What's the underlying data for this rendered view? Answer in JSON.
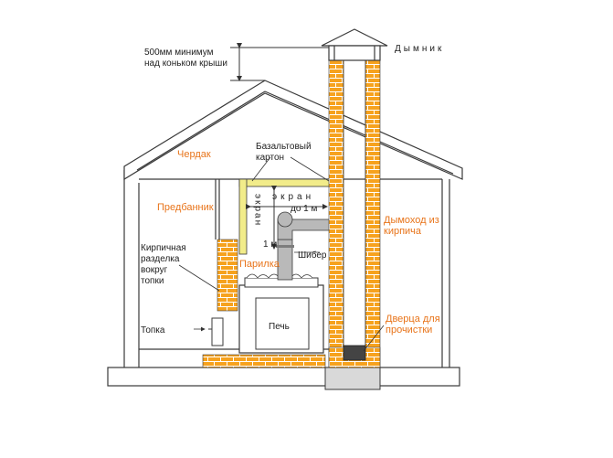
{
  "colors": {
    "brick": "#f6a21e",
    "brick_line": "#ffffff",
    "outline": "#3a3a3a",
    "insulation": "#f2ec8a",
    "pipe": "#b9b9b9",
    "accent_label": "#e8741a",
    "foundation": "#ffffff",
    "ground_block": "#d9d9d9"
  },
  "labels": {
    "chimney_cap": "Дымник",
    "roof_height_line1": "500мм минимум",
    "roof_height_line2": "над коньком крыши",
    "attic": "Чердак",
    "basalt_line1": "Базальтовый",
    "basalt_line2": "картон",
    "screen_horizontal": "экран",
    "dim_horizontal": "до 1 м",
    "screen_vertical": "экран",
    "dim_vertical": "1 м",
    "pre_bath": "Предбанник",
    "brick_chimney_line1": "Дымоход из",
    "brick_chimney_line2": "кирпича",
    "brick_cut_line1": "Кирпичная",
    "brick_cut_line2": "разделка",
    "brick_cut_line3": "вокруг",
    "brick_cut_line4": "топки",
    "steam_room": "Парилка",
    "damper": "Шибер",
    "cleanout_line1": "Дверца для",
    "cleanout_line2": "прочистки",
    "firebox": "Топка",
    "stove": "Печь"
  }
}
